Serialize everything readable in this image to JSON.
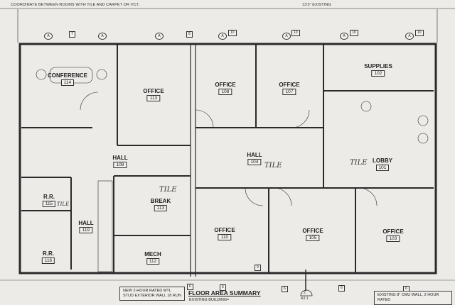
{
  "notes": {
    "top_left": "COORDINATE BETWEEN ROOMS WITH TILE AND CARPET OR VCT.",
    "top_right": "13'3\" EXISTING"
  },
  "rooms": [
    {
      "name": "CONFERENCE",
      "number": "114"
    },
    {
      "name": "OFFICE",
      "number": "113"
    },
    {
      "name": "OFFICE",
      "number": "108"
    },
    {
      "name": "OFFICE",
      "number": "107"
    },
    {
      "name": "SUPPLIES",
      "number": "102"
    },
    {
      "name": "LOBBY",
      "number": "101"
    },
    {
      "name": "HALL",
      "number": "104"
    },
    {
      "name": "HALL",
      "number": "108"
    },
    {
      "name": "R.R.",
      "number": "115"
    },
    {
      "name": "HALL",
      "number": "119"
    },
    {
      "name": "R.R.",
      "number": "116"
    },
    {
      "name": "BREAK",
      "number": "113"
    },
    {
      "name": "MECH",
      "number": "112"
    },
    {
      "name": "OFFICE",
      "number": "110"
    },
    {
      "name": "OFFICE",
      "number": "105"
    },
    {
      "name": "OFFICE",
      "number": "103"
    }
  ],
  "handwritten": {
    "tile": "TILE"
  },
  "tags": {
    "hex": "A",
    "seven": "7",
    "eight": "8",
    "ten": "10",
    "six": "6",
    "nine": "9"
  },
  "legend": {
    "new_wall": "NEW 2-HOUR RATED MTL STUD EXTERIOR WALL 18 RUN",
    "existing_wall": "EXISTING 8\" CMU WALL, 2 HOUR RATED"
  },
  "floor_area_summary": {
    "title": "FLOOR AREA SUMMARY",
    "existing_building": "EXISTING BUILDING="
  },
  "section_marker": {
    "number": "2",
    "sheet": "A3.1"
  }
}
